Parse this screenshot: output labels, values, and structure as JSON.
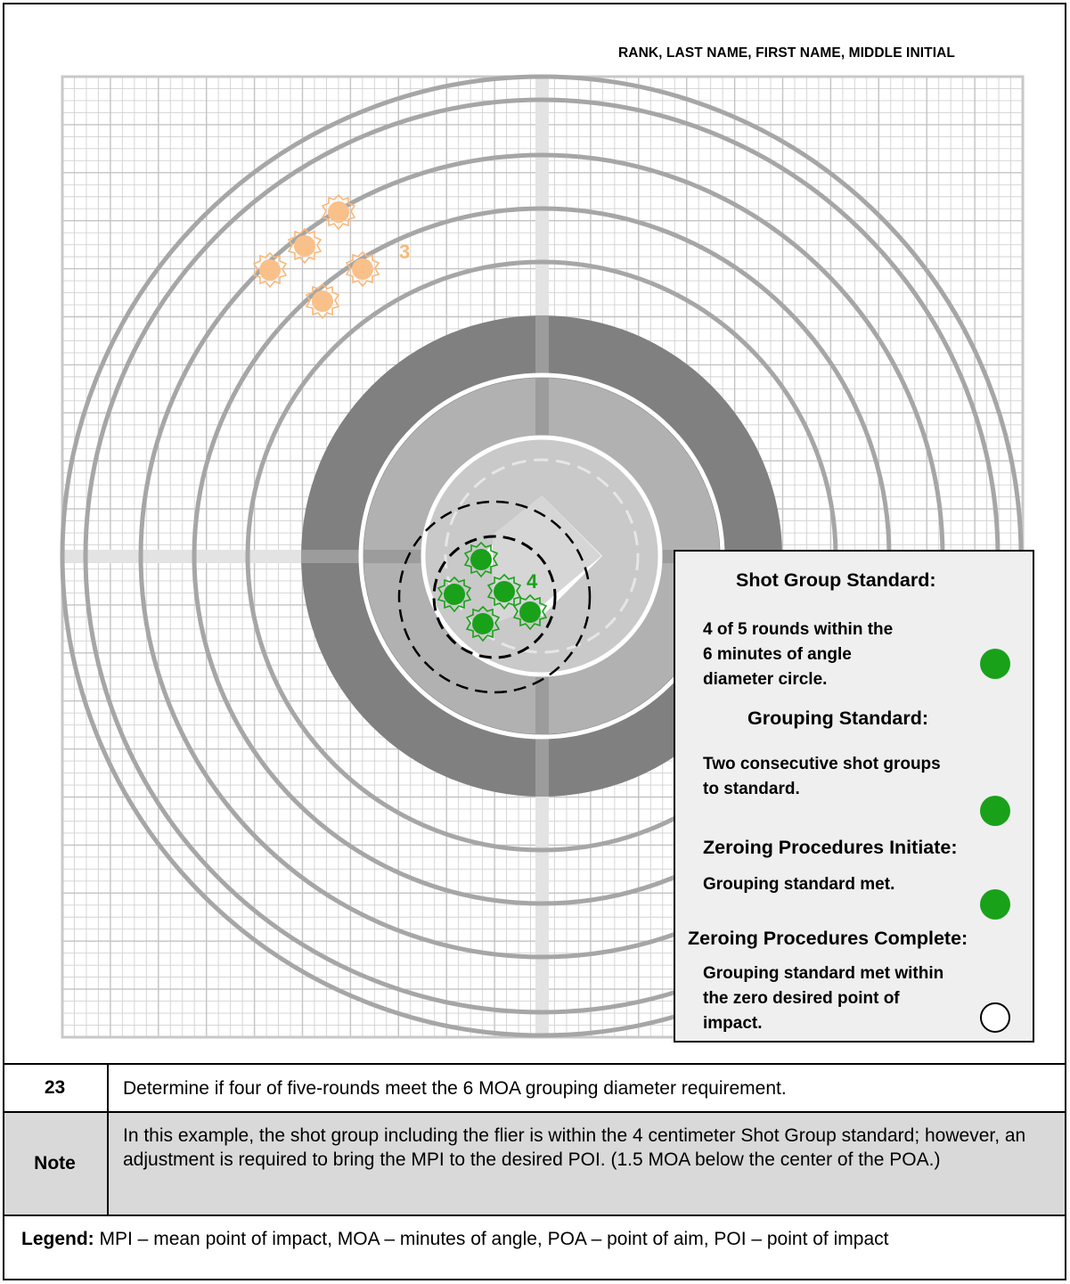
{
  "target": {
    "name_header": "RANK, LAST NAME, FIRST NAME, MIDDLE INITIAL",
    "group_labels": [
      "3",
      "4"
    ],
    "colors": {
      "grid": "#c8c8c8",
      "ring": "#a6a6a6",
      "dark_band": "#808080",
      "first_group": "#f9b878",
      "second_group": "#1aa11a"
    }
  },
  "standards": {
    "items": [
      {
        "title": "Shot Group Standard:",
        "lines": [
          "4 of 5 rounds within the",
          "6 minutes of angle",
          "diameter circle."
        ],
        "status": "met"
      },
      {
        "title": "Grouping Standard:",
        "lines": [
          "Two consecutive shot groups",
          "to standard."
        ],
        "status": "met"
      },
      {
        "title": "Zeroing Procedures Initiate:",
        "lines": [
          "Grouping standard met."
        ],
        "status": "met"
      },
      {
        "title": "Zeroing Procedures Complete:",
        "lines": [
          "Grouping standard met within",
          "the zero desired point of",
          "impact."
        ],
        "status": "not met"
      }
    ]
  },
  "steps": [
    {
      "number": "23",
      "text": "Determine if four of five-rounds meet the 6 MOA grouping diameter requirement."
    },
    {
      "number": "Note",
      "text": "In this example, the shot group including the flier is within the 4 centimeter Shot Group standard; however, an adjustment is required to bring the MPI to the desired POI. (1.5 MOA below the center of the POA.)"
    }
  ],
  "legend": {
    "label": "Legend:",
    "text": "MPI – mean point of impact, MOA – minutes of angle, POA – point of aim, POI – point of impact"
  }
}
